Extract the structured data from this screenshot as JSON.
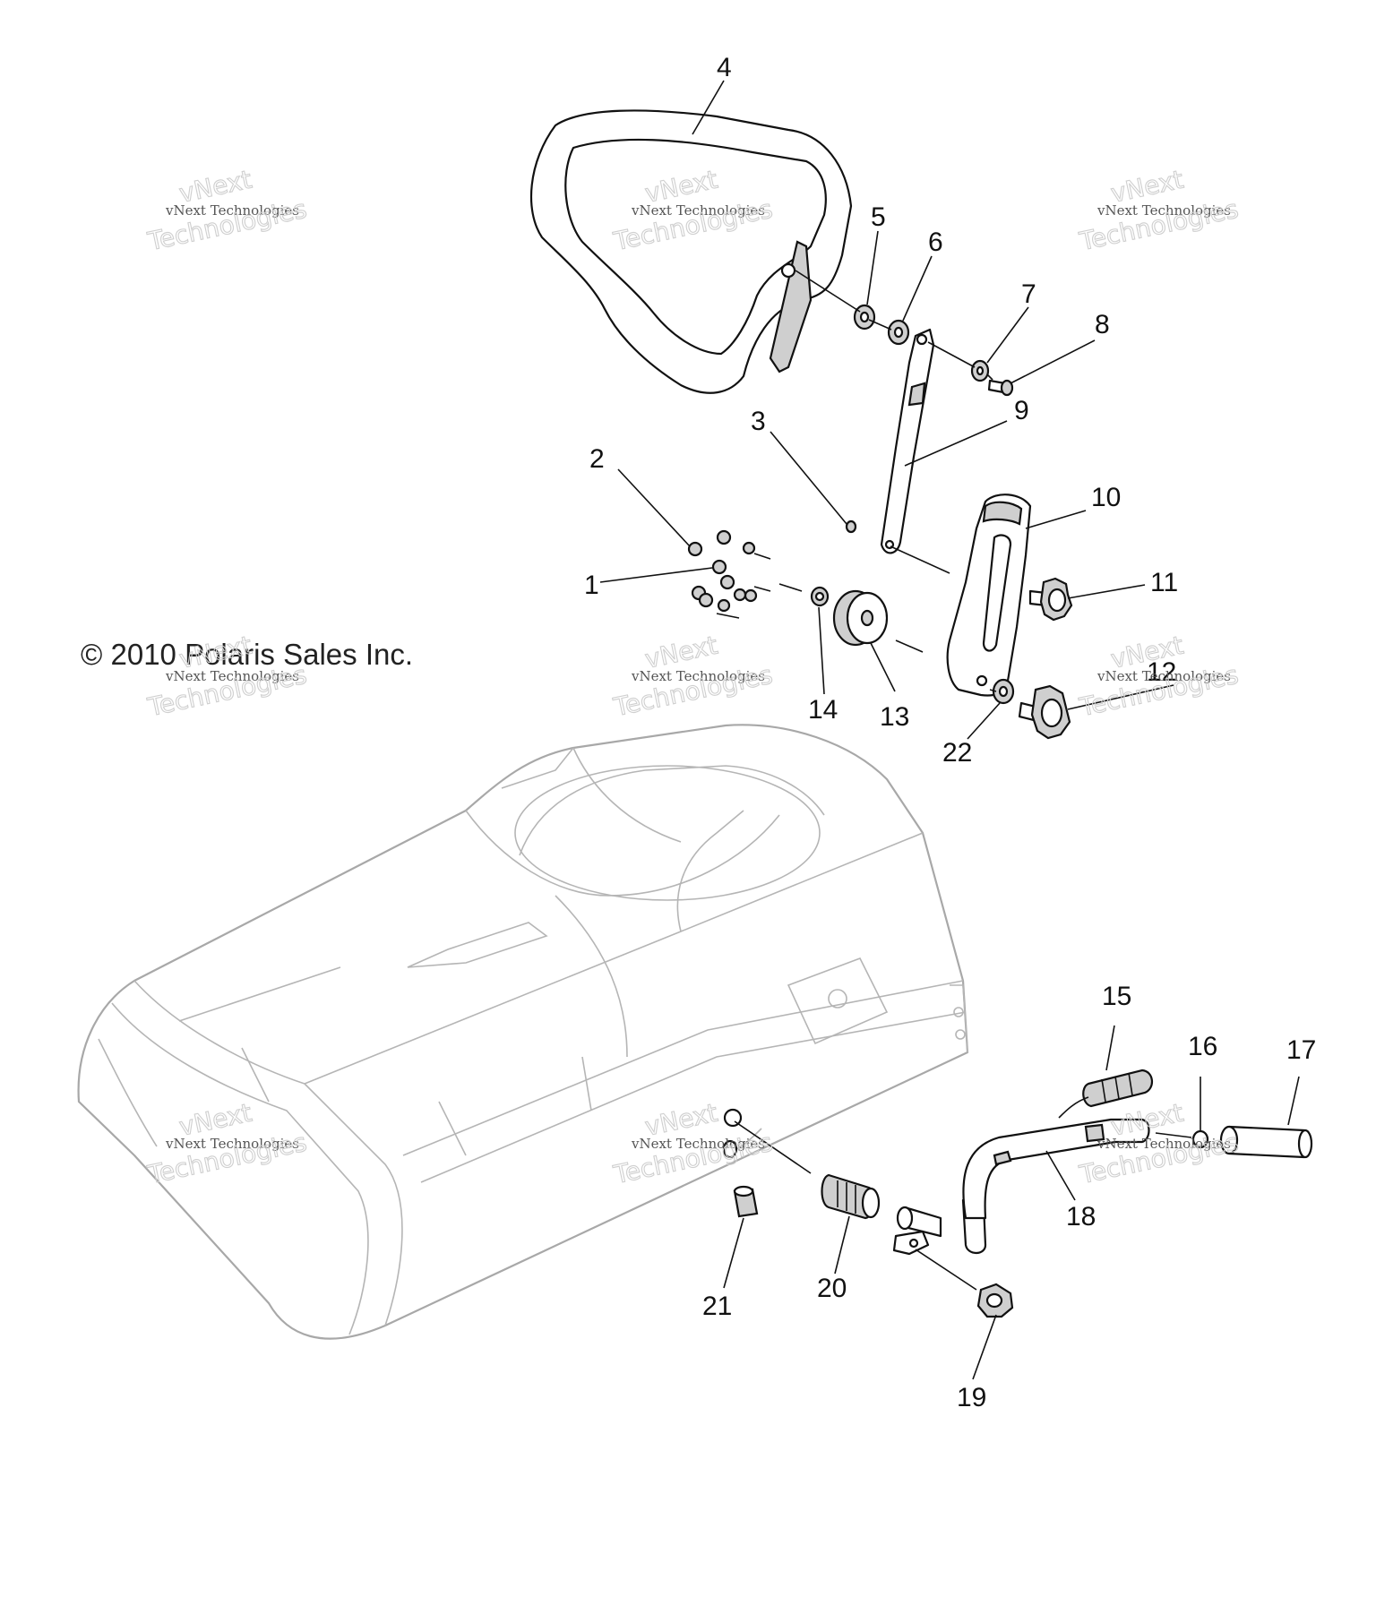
{
  "copyright": "© 2010 Polaris Sales Inc.",
  "watermark": {
    "line1": "vNext Technologies",
    "line2": "vNext",
    "line3": "Technologies"
  },
  "callouts": {
    "c1": "1",
    "c2": "2",
    "c3": "3",
    "c4": "4",
    "c5": "5",
    "c6": "6",
    "c7": "7",
    "c8": "8",
    "c9": "9",
    "c10": "10",
    "c11": "11",
    "c12": "12",
    "c13": "13",
    "c14": "14",
    "c15": "15",
    "c16": "16",
    "c17": "17",
    "c18": "18",
    "c19": "19",
    "c20": "20",
    "c21": "21",
    "c22": "22"
  }
}
